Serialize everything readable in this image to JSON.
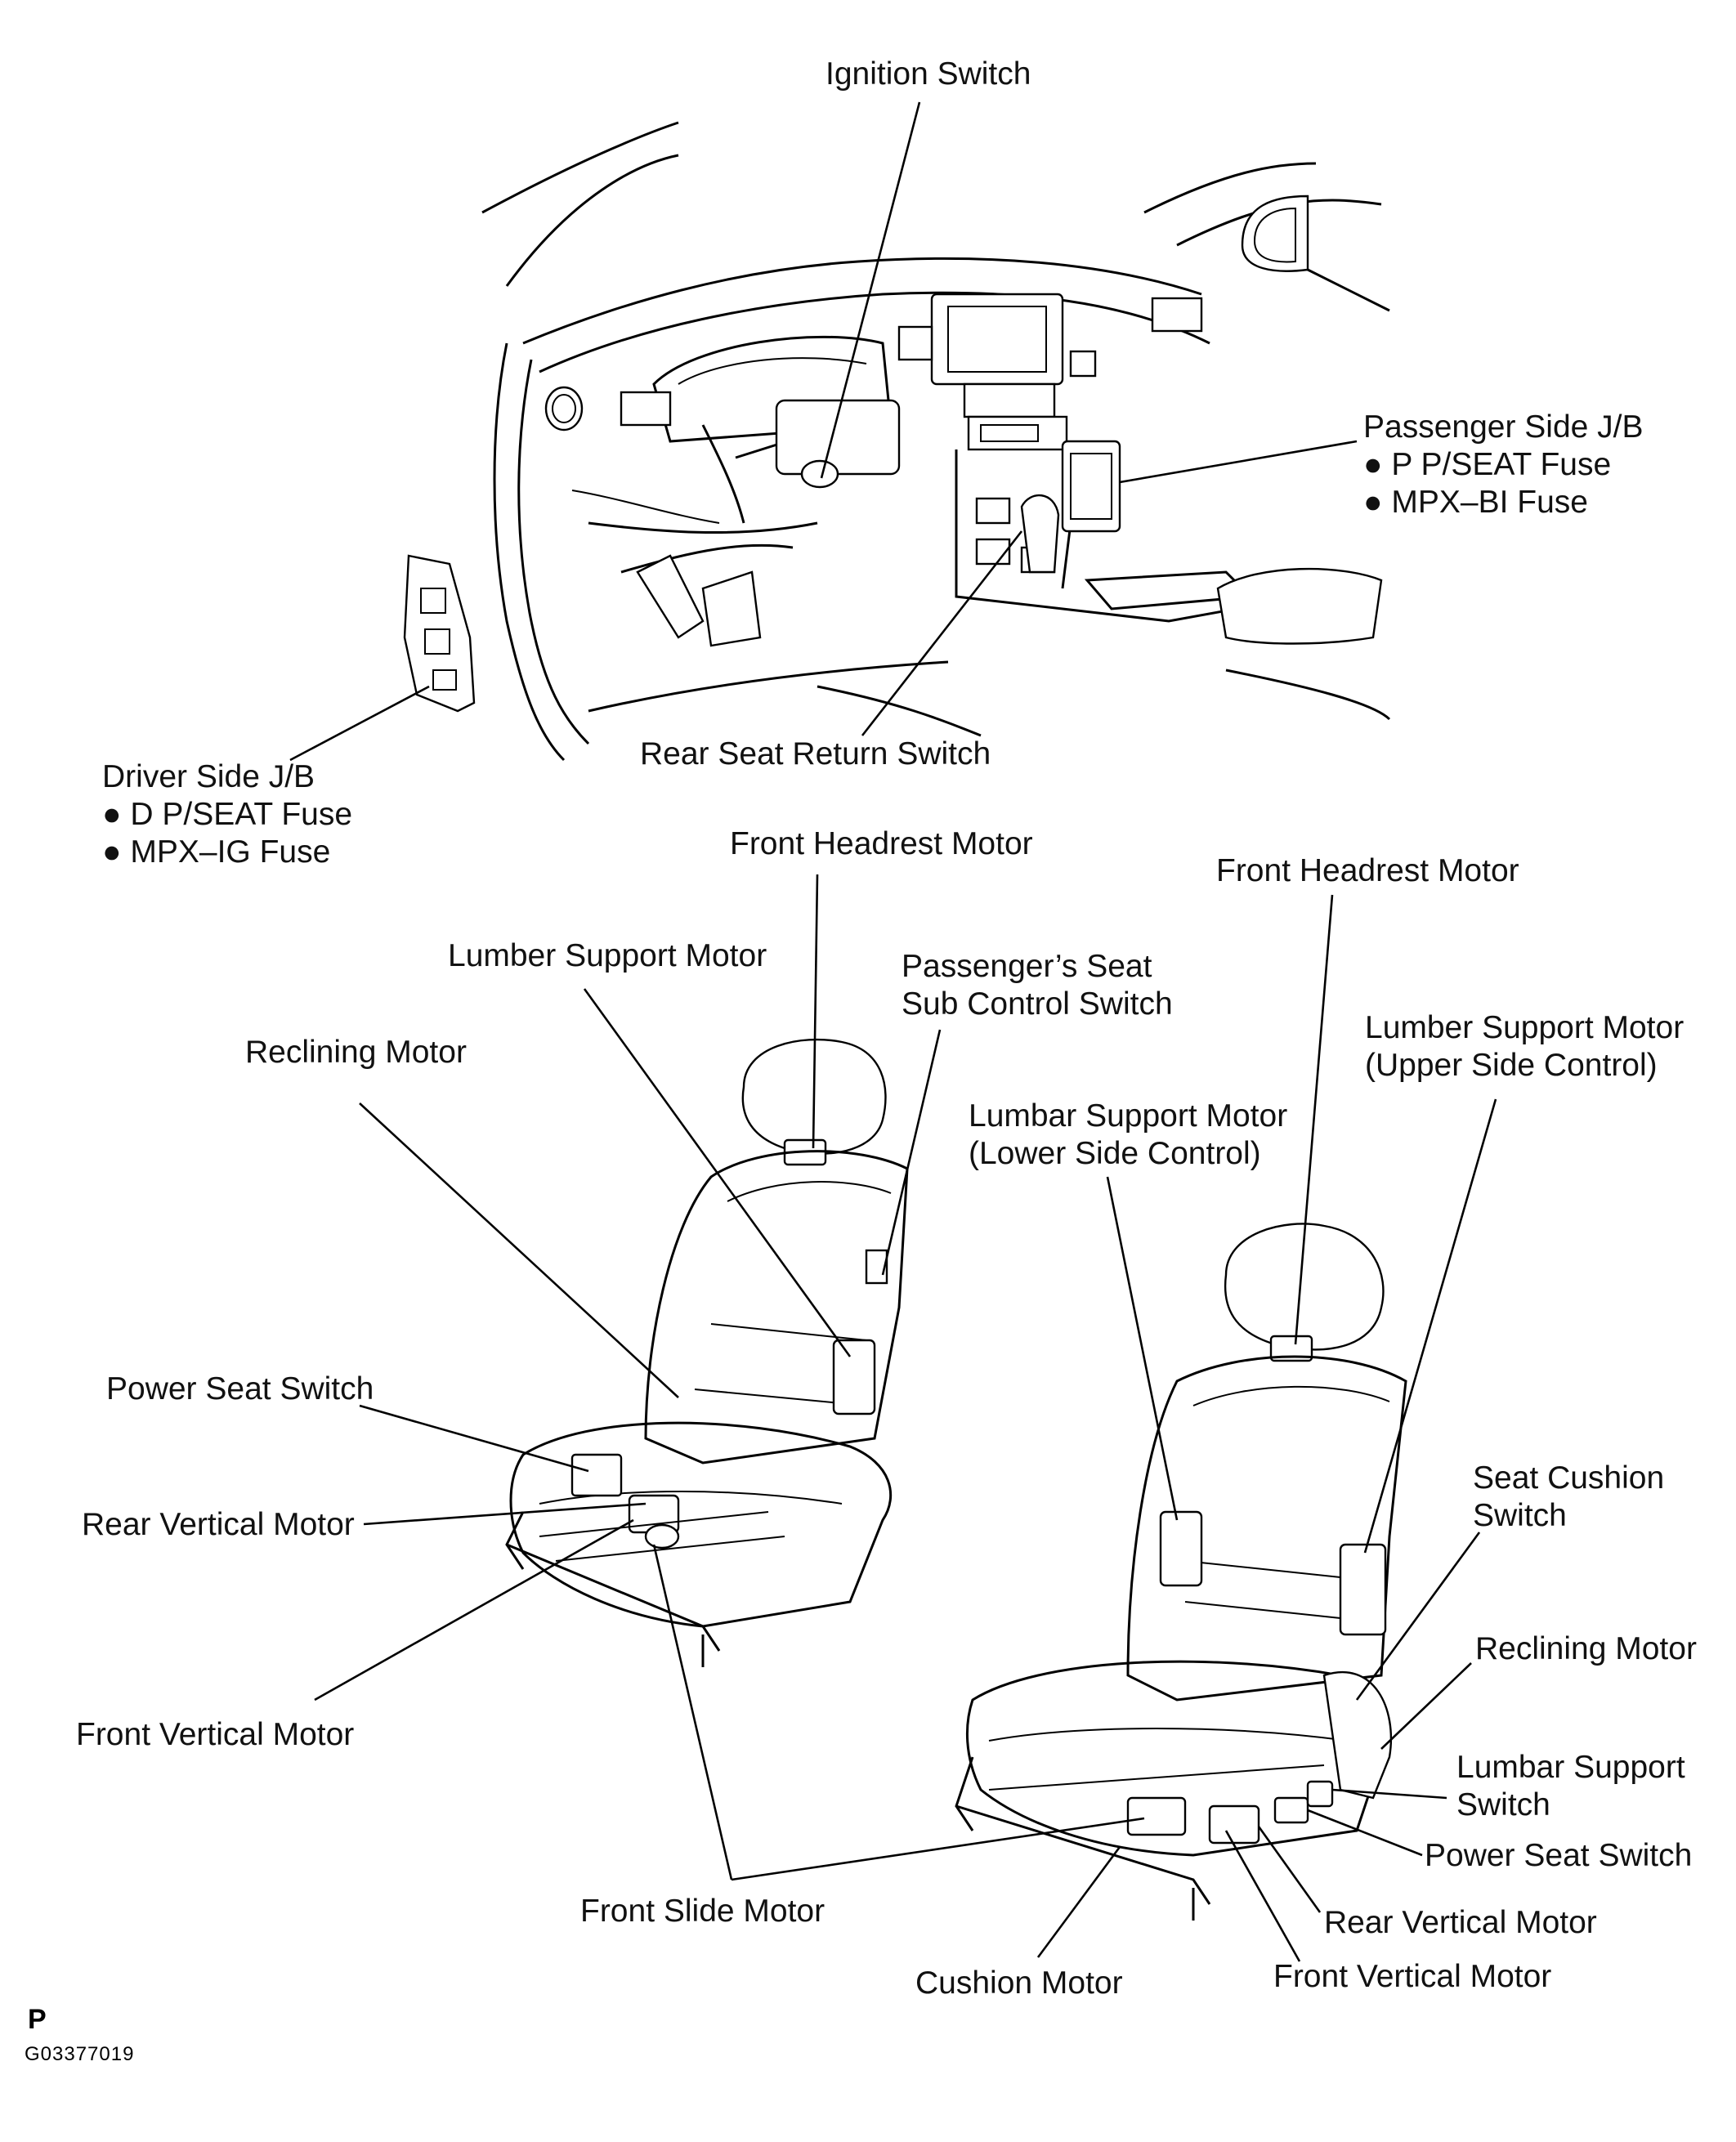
{
  "labels": {
    "ignition_switch": "Ignition Switch",
    "passenger_jb": {
      "title": "Passenger Side J/B",
      "fuse1": "● P P/SEAT Fuse",
      "fuse2": "● MPX–BI Fuse"
    },
    "driver_jb": {
      "title": "Driver Side J/B",
      "fuse1": "● D P/SEAT Fuse",
      "fuse2": "● MPX–IG Fuse"
    },
    "rear_seat_return_switch": "Rear Seat Return Switch",
    "driver_seat": {
      "front_headrest_motor": "Front Headrest Motor",
      "lumber_support_motor": "Lumber Support Motor",
      "passenger_seat_sub_control_switch_1": "Passenger’s Seat",
      "passenger_seat_sub_control_switch_2": "Sub Control Switch",
      "reclining_motor": "Reclining Motor",
      "power_seat_switch": "Power Seat Switch",
      "rear_vertical_motor": "Rear Vertical Motor",
      "front_vertical_motor": "Front Vertical Motor",
      "front_slide_motor": "Front Slide Motor"
    },
    "passenger_seat": {
      "front_headrest_motor": "Front Headrest Motor",
      "lumber_support_motor_upper_1": "Lumber Support Motor",
      "lumber_support_motor_upper_2": "(Upper Side Control)",
      "lumbar_support_motor_lower_1": "Lumbar Support Motor",
      "lumbar_support_motor_lower_2": "(Lower Side Control)",
      "seat_cushion_switch_1": "Seat Cushion",
      "seat_cushion_switch_2": "Switch",
      "reclining_motor": "Reclining Motor",
      "lumbar_support_switch_1": "Lumbar Support",
      "lumbar_support_switch_2": "Switch",
      "power_seat_switch": "Power Seat Switch",
      "rear_vertical_motor": "Rear Vertical Motor",
      "front_vertical_motor": "Front Vertical Motor",
      "cushion_motor": "Cushion Motor"
    }
  },
  "footer": {
    "mark": "P",
    "code": "G03377019"
  }
}
